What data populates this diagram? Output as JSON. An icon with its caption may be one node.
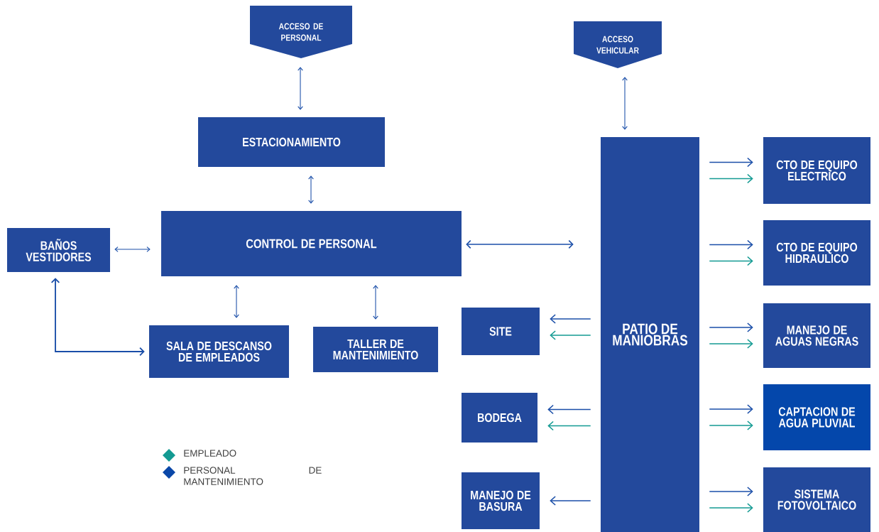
{
  "diagram": {
    "nodes": [
      {
        "text": [
          "ACCESO DE PERSONAL"
        ]
      },
      {
        "text": [
          "ACCESO VEHICULAR"
        ]
      },
      {
        "text": [
          "ESTACIONAMIENTO"
        ]
      },
      {
        "text": [
          "BAÑOS VESTIDORES"
        ]
      },
      {
        "text": [
          "CONTROL DE PERSONAL"
        ]
      },
      {
        "text": [
          "SALA DE DESCANSO DE EMPLEADOS"
        ]
      },
      {
        "text": [
          "TALLER DE MANTENIMIENTO"
        ]
      },
      {
        "text": [
          "SITE"
        ]
      },
      {
        "text": [
          "BODEGA"
        ]
      },
      {
        "text": [
          "MANEJO DE BASURA"
        ]
      },
      {
        "text": [
          "PATIO DE MANIOBRAS"
        ]
      },
      {
        "text": [
          "CTO DE EQUIPO ELECTRICO"
        ]
      },
      {
        "text": [
          "CTO DE EQUIPO HIDRAULICO"
        ]
      },
      {
        "text": [
          "MANEJO DE AGUAS NEGRAS"
        ]
      },
      {
        "text": [
          "CAPTACION DE AGUA PLUVIAL"
        ]
      },
      {
        "text": [
          "SISTEMA FOTOVOLTAICO"
        ]
      }
    ],
    "edges": [
      {
        "from": 0,
        "to": 2,
        "arrow": "both"
      },
      {
        "from": 2,
        "to": 4,
        "arrow": "both"
      },
      {
        "from": 3,
        "to": 4,
        "arrow": "both"
      },
      {
        "from": 4,
        "to": 5,
        "arrow": "both"
      },
      {
        "from": 4,
        "to": 6,
        "arrow": "both"
      },
      {
        "from": 3,
        "to": 5,
        "arrow": "both"
      },
      {
        "from": 4,
        "to": 10,
        "arrow": "both"
      },
      {
        "from": 1,
        "to": 10,
        "arrow": "both"
      },
      {
        "from": 10,
        "to": 11,
        "arrow": "to"
      },
      {
        "from": 10,
        "to": 11,
        "arrow": "to",
        "color": "#139a92"
      },
      {
        "from": 10,
        "to": 12,
        "arrow": "to"
      },
      {
        "from": 10,
        "to": 12,
        "arrow": "to",
        "color": "#139a92"
      },
      {
        "from": 10,
        "to": 13,
        "arrow": "to"
      },
      {
        "from": 10,
        "to": 13,
        "arrow": "to",
        "color": "#139a92"
      },
      {
        "from": 10,
        "to": 14,
        "arrow": "to"
      },
      {
        "from": 10,
        "to": 14,
        "arrow": "to",
        "color": "#139a92"
      },
      {
        "from": 10,
        "to": 15,
        "arrow": "to"
      },
      {
        "from": 10,
        "to": 15,
        "arrow": "to",
        "color": "#139a92"
      },
      {
        "from": 10,
        "to": 7,
        "arrow": "to"
      },
      {
        "from": 10,
        "to": 7,
        "arrow": "to",
        "color": "#139a92"
      },
      {
        "from": 10,
        "to": 8,
        "arrow": "to"
      },
      {
        "from": 10,
        "to": 8,
        "arrow": "to",
        "color": "#139a92"
      },
      {
        "from": 10,
        "to": 9,
        "arrow": "to"
      }
    ],
    "legend": [
      {
        "text": "EMPLEADO",
        "color": "#139a92"
      },
      {
        "text": "PERSONAL DE MANTENIMIENTO",
        "color": "#0a47a8"
      }
    ]
  }
}
